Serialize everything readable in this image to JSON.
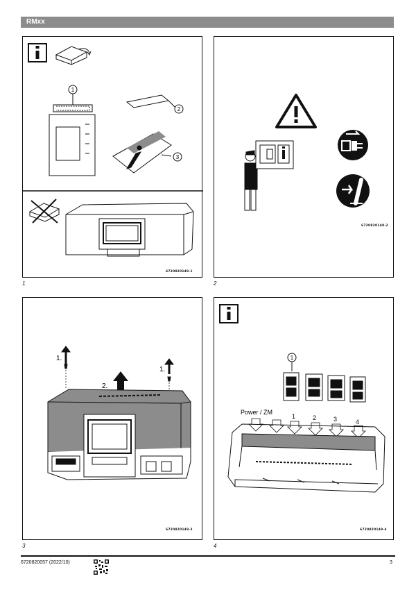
{
  "header": {
    "title": "RMxx"
  },
  "figures": [
    {
      "label": "1",
      "code": "6720820149-1",
      "callouts": [
        "1",
        "2",
        "3"
      ]
    },
    {
      "label": "2",
      "code": "6720820148-2"
    },
    {
      "label": "3",
      "code": "6720820149-3",
      "steps": [
        "1.",
        "2.",
        "1."
      ]
    },
    {
      "label": "4",
      "code": "6720820149-4",
      "callout": "1",
      "slots": [
        "Power / ZM",
        "1",
        "2",
        "3",
        "4"
      ]
    }
  ],
  "footer": {
    "doc_number": "6720820057 (2022/10)",
    "page_number": "3"
  },
  "icons": [
    "info-icon",
    "warning-icon",
    "unplug-icon",
    "switch-off-icon"
  ]
}
